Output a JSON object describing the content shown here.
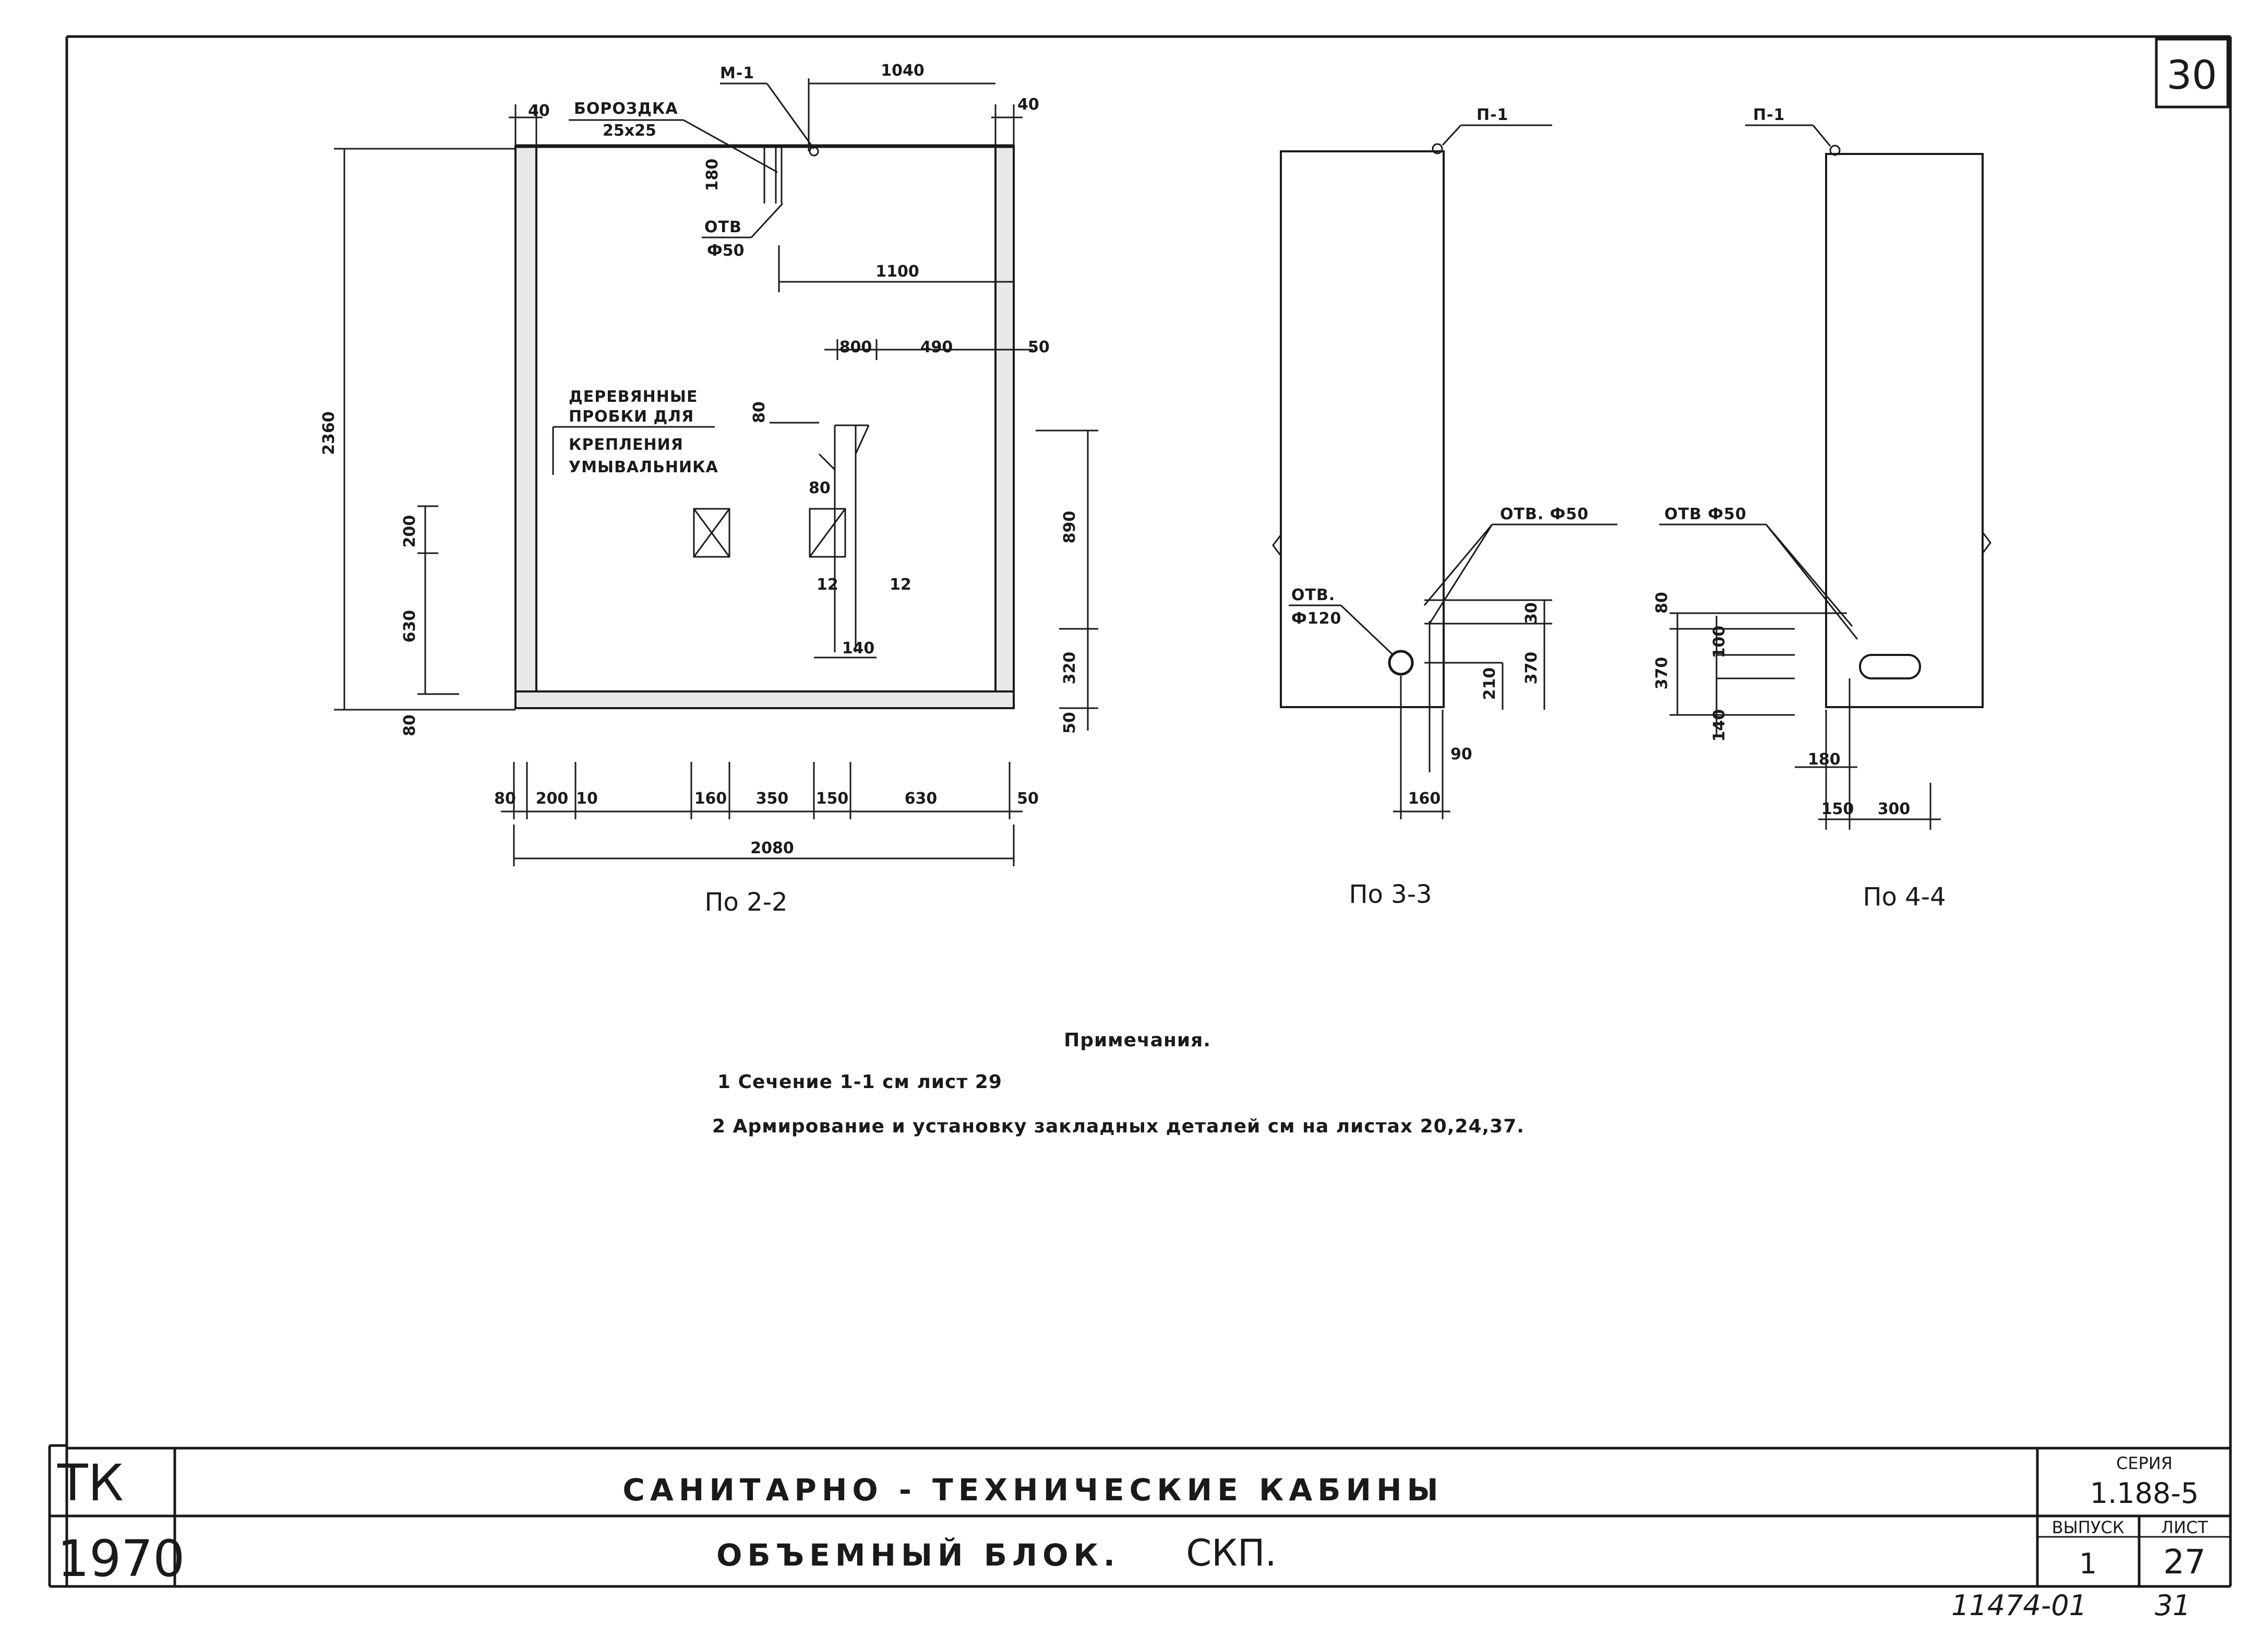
{
  "sheet_number": "30",
  "plan": {
    "groove_label": "БОРОЗДКА",
    "groove_size": "25х25",
    "m1_label": "М-1",
    "dims": {
      "top_left_40": "40",
      "top_1040": "1040",
      "top_right_40": "40",
      "v_180": "180",
      "h_1100": "1100",
      "h_800": "800",
      "h_490": "490",
      "h_50_right": "50",
      "v_80_small": "80",
      "v_2360": "2360",
      "v_200": "200",
      "v_630": "630",
      "v_80_bottom": "80",
      "v_890": "890",
      "v_320": "320",
      "v_50": "50",
      "v_12a": "12",
      "v_12b": "12",
      "h_140": "140",
      "b_80": "80",
      "b_200": "200",
      "b_10": "10",
      "b_160": "160",
      "b_350": "350",
      "b_150": "150",
      "b_630": "630",
      "b_50": "50",
      "b_total": "2080",
      "angle_80": "80"
    },
    "hole_label": "ОТВ",
    "hole_dia": "Ф50",
    "wood_plugs_l1": "ДЕРЕВЯННЫЕ",
    "wood_plugs_l2": "ПРОБКИ ДЛЯ",
    "wood_plugs_l3": "КРЕПЛЕНИЯ",
    "wood_plugs_l4": "УМЫВАЛЬНИКА",
    "caption": "По 2-2"
  },
  "section3": {
    "p1_label": "П-1",
    "hole_d50": "ОТВ. Ф50",
    "hole_d120_l1": "ОТВ.",
    "hole_d120_l2": "Ф120",
    "dims": {
      "d30": "30",
      "d370": "370",
      "d210": "210",
      "d90": "90",
      "d160": "160"
    },
    "caption": "По 3-3"
  },
  "section4": {
    "p1_label": "П-1",
    "hole_d50": "ОТВ Ф50",
    "dims": {
      "d80": "80",
      "d100": "100",
      "d370": "370",
      "d140": "140",
      "d180": "180",
      "d150": "150",
      "d300": "300"
    },
    "caption": "По 4-4"
  },
  "notes": {
    "heading": "Примечания.",
    "n1": "1 Сечение 1-1 см лист 29",
    "n2": "2 Армирование и установку закладных деталей см на листах 20,24,37."
  },
  "title_block": {
    "org": "ТК",
    "year": "1970",
    "title1": "САНИТАРНО - ТЕХНИЧЕСКИЕ  КАБИНЫ",
    "title2a": "ОБЪЕМНЫЙ  БЛОК.",
    "title2b": "СКП.",
    "series_label": "СЕРИЯ",
    "series_value": "1.188-5",
    "issue_label": "ВЫПУСК",
    "issue_value": "1",
    "sheet_label": "ЛИСТ",
    "sheet_value": "27"
  },
  "archive_number": "11474-01",
  "archive_page": "31"
}
